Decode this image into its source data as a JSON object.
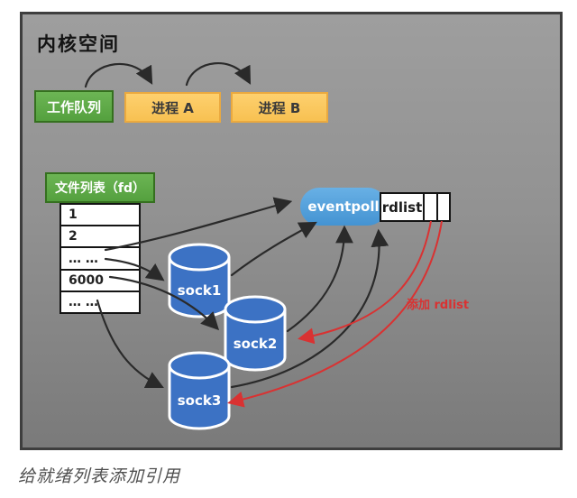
{
  "panel": {
    "title": "内核空间"
  },
  "caption": "给就绪列表添加引用",
  "work_queue": {
    "label": "工作队列"
  },
  "processes": [
    {
      "label": "进程 A"
    },
    {
      "label": "进程 B"
    }
  ],
  "file_list": {
    "header": "文件列表（fd）",
    "rows": [
      "1",
      "2",
      "… …",
      "6000",
      "… …"
    ]
  },
  "eventpoll": {
    "label": "eventpoll",
    "rdlist_label": "rdlist",
    "extra_cell_count": 2
  },
  "sockets": [
    {
      "label": "sock1"
    },
    {
      "label": "sock2"
    },
    {
      "label": "sock3"
    }
  ],
  "annotations": {
    "add_rdlist": "添加 rdlist"
  },
  "colors": {
    "panel_background_top": "#9e9e9e",
    "panel_background_bottom": "#7a7a7a",
    "panel_border": "#3e3e3e",
    "green_box": "#5ca949",
    "green_border": "#35701f",
    "yellow_box": "#fbc860",
    "yellow_border": "#eaa93f",
    "cylinder_blue": "#3c72c4",
    "eventpoll_blue": "#4f9fd9",
    "arrow_black": "#2a2a2a",
    "arrow_red": "#d93232"
  }
}
